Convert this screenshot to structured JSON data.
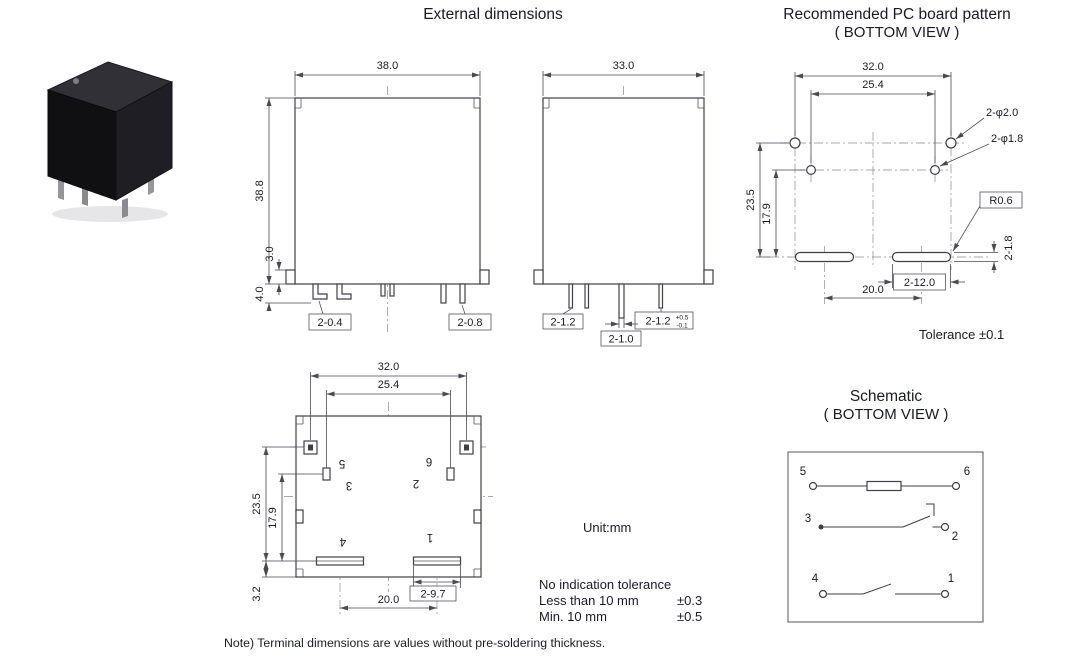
{
  "titles": {
    "external": "External dimensions",
    "pcb_line1": "Recommended PC board pattern",
    "pcb_line2": "( BOTTOM VIEW )",
    "schematic_line1": "Schematic",
    "schematic_line2": "( BOTTOM VIEW )"
  },
  "front_view": {
    "width": "38.0",
    "height": "38.8",
    "step": "3.0",
    "pin_length": "4.0",
    "label_a": "2-0.4",
    "label_b": "2-0.8"
  },
  "side_view": {
    "width": "33.0",
    "label_a": "2-1.2",
    "label_b": "2-1.2",
    "label_b_tol_plus": "+0.5",
    "label_b_tol_minus": "-0.1",
    "label_c": "2-1.0"
  },
  "bottom_view": {
    "width_outer": "32.0",
    "width_inner": "25.4",
    "height_a": "23.5",
    "height_b": "17.9",
    "height_c": "3.2",
    "slot_label": "2-9.7",
    "slot_pitch": "20.0",
    "pins": {
      "p1": "1",
      "p2": "2",
      "p3": "3",
      "p4": "4",
      "p5": "5",
      "p6": "6"
    }
  },
  "pcb_pattern": {
    "width_outer": "32.0",
    "width_inner": "25.4",
    "height_a": "23.5",
    "height_b": "17.9",
    "hole_outer": "2-φ2.0",
    "hole_inner": "2-φ1.8",
    "radius": "R0.6",
    "slot_height": "2-1.8",
    "slot_length": "2-12.0",
    "slot_pitch": "20.0",
    "tolerance": "Tolerance ±0.1"
  },
  "schematic": {
    "pins": {
      "p1": "1",
      "p2": "2",
      "p3": "3",
      "p4": "4",
      "p5": "5",
      "p6": "6"
    }
  },
  "notes": {
    "unit": "Unit:mm",
    "tol_title": "No indication tolerance",
    "tol_row1_label": "Less than 10 mm",
    "tol_row1_value": "±0.3",
    "tol_row2_label": "Min. 10 mm",
    "tol_row2_value": "±0.5",
    "footnote": "Note) Terminal dimensions are values without pre-soldering thickness."
  }
}
